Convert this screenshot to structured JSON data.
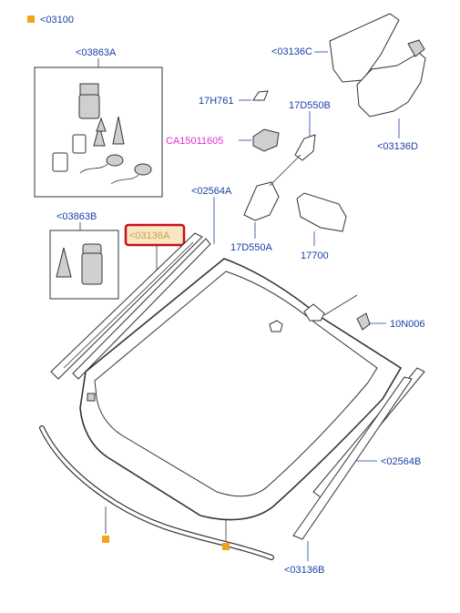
{
  "legend": {
    "marker_color": "#f3a21b",
    "label": "<03100"
  },
  "callouts": {
    "c03863a": "<03863A",
    "c03863b": "<03863B",
    "c03136c": "<03136C",
    "c17h761": "17H761",
    "c17d550b": "17D550B",
    "cca": "CA15011605",
    "c03136d": "<03136D",
    "c02564a": "<02564A",
    "c17d550a": "17D550A",
    "c17700": "17700",
    "c03136a": "<03136A",
    "c10n006": "10N006",
    "c02564b": "<02564B",
    "c03136b": "<03136B"
  },
  "colors": {
    "callout_text": "#1a3fa8",
    "catalog_text": "#e22fd2",
    "highlight_border": "#c8101b",
    "highlight_fill": "#f7e7c4",
    "marker": "#f3a21b"
  }
}
